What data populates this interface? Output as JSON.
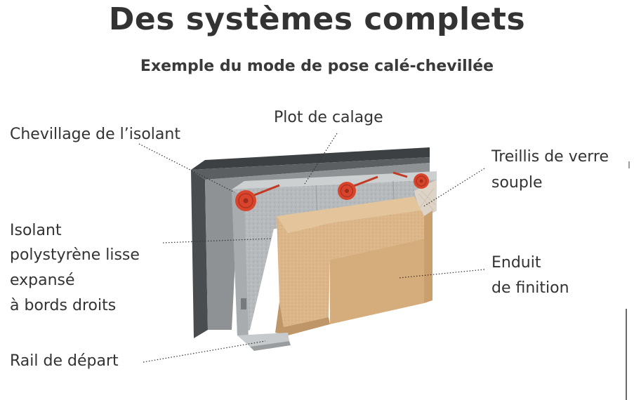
{
  "header": {
    "title": "Des systèmes complets",
    "subtitle": "Exemple du mode de pose calé-chevillée"
  },
  "labels": {
    "chevillage": "Chevillage de l’isolant",
    "plot": "Plot de calage",
    "treillis_1": "Treillis de verre",
    "treillis_2": "souple",
    "isolant_1": "Isolant",
    "isolant_2": "polystyrène lisse",
    "isolant_3": "expansé",
    "isolant_4": "à bords droits",
    "enduit_1": "Enduit",
    "enduit_2": "de finition",
    "rail": "Rail de départ"
  },
  "colors": {
    "wall": "#55585a",
    "insulation": "#b9bcbe",
    "plaster": "#dcb585",
    "dowel": "#d9442c",
    "leader": "#333333"
  }
}
